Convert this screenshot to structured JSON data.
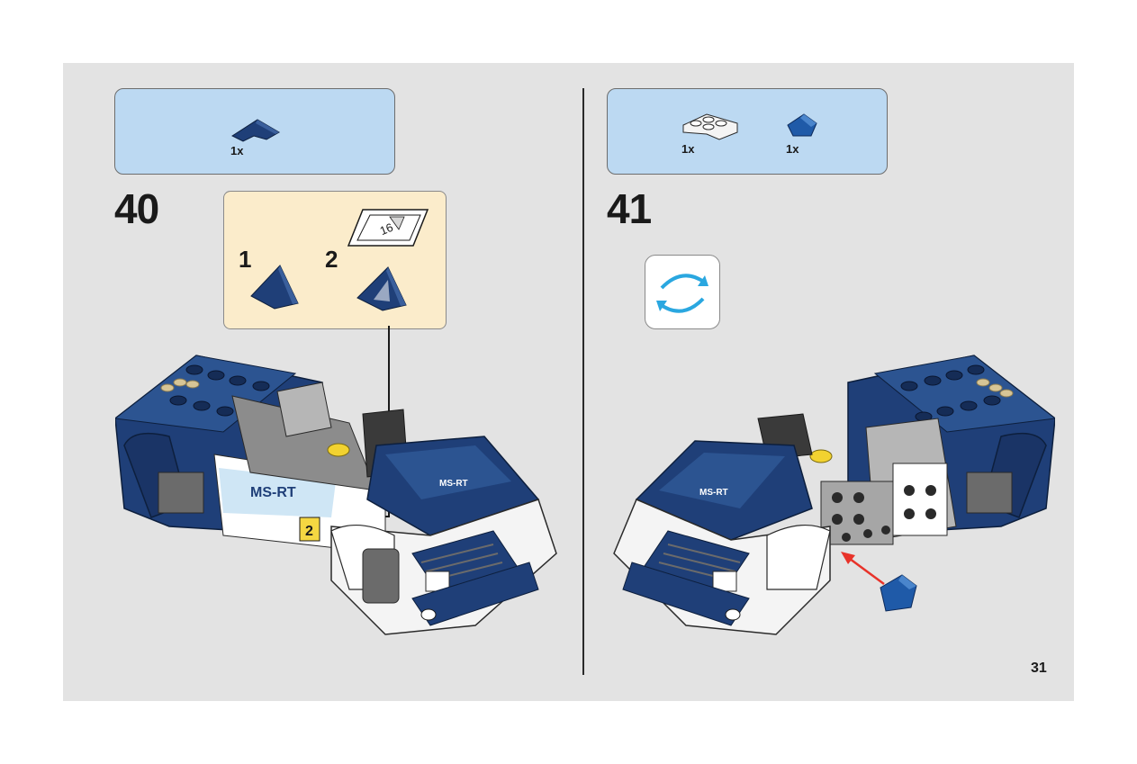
{
  "page": {
    "number": "31"
  },
  "steps": [
    {
      "number": "40",
      "parts": [
        {
          "qty": "1x",
          "icon": "dark-blue-curved-wedge-piece"
        }
      ],
      "sub_steps": [
        {
          "number": "1",
          "icon": "dark-blue-wedge-piece"
        },
        {
          "number": "2",
          "icon": "dark-blue-wedge-with-sticker"
        }
      ],
      "sticker_label": "16"
    },
    {
      "number": "41",
      "parts": [
        {
          "qty": "1x",
          "icon": "white-corner-plate-piece"
        },
        {
          "qty": "1x",
          "icon": "blue-slope-piece"
        }
      ],
      "rotate_icon": "rotate-model-icon"
    }
  ],
  "colors": {
    "page_bg": "#e3e3e3",
    "parts_box": "#bcd9f2",
    "substep_box": "#fbeccb",
    "car_blue": "#1f3f78",
    "arrow_red": "#e8332a",
    "rotate_arrow": "#2aa7e0"
  }
}
